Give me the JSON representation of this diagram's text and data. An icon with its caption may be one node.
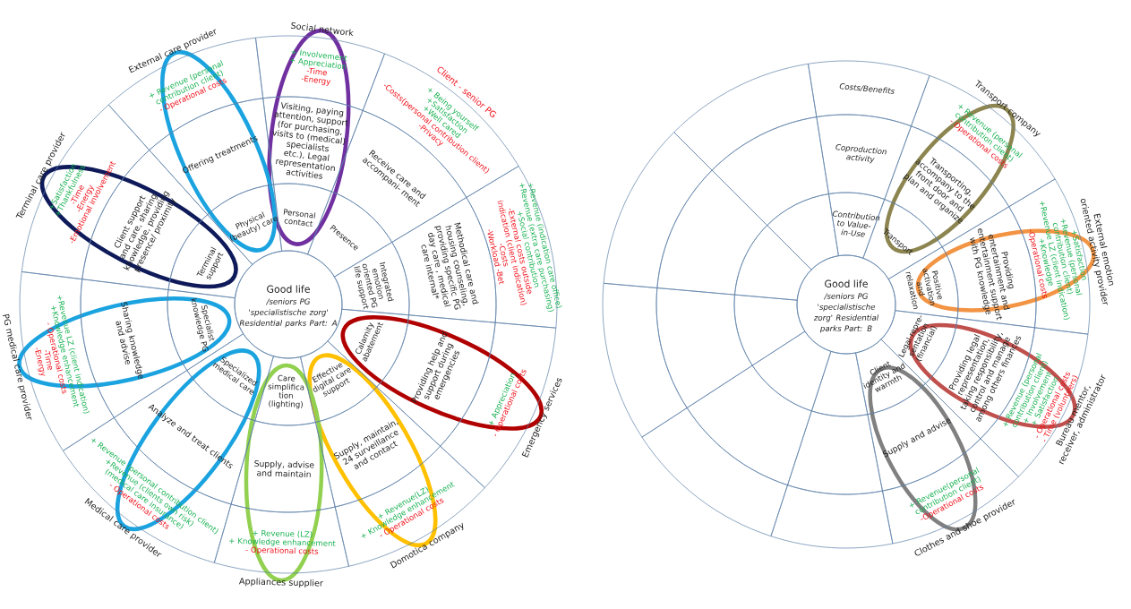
{
  "diagram": {
    "nodes": [
      {
        "text": [
          "Good life",
          "/seniors PG 'specialistische zorg' Residential parks Part: A"
        ]
      },
      {
        "text": [
          "Personal contact"
        ]
      },
      {
        "text": [
          "Visiting, paying attention, support (for purchasing, visits to (medical) specialists etc.), Legal representation activities"
        ]
      },
      {
        "text": [
          "+ Involvement",
          "+ Appreciation",
          "-Time",
          "-Energy"
        ],
        "beside": [
          "Social network"
        ]
      },
      {
        "text": [
          "Presence"
        ]
      },
      {
        "text": [
          "Receive care and accompani- ment"
        ]
      },
      {
        "text": [
          "+ Being yourself",
          "+Satisfaction",
          "+Well cared",
          "-Costs(personal contribution client)",
          "-Privacy"
        ],
        "beside": [
          "Client - senior PG"
        ]
      },
      {
        "text": [
          "Integrated emotion oriented PG life support"
        ]
      },
      {
        "text": [
          "Methodical care and housing counseling, providing specific PG day care , medical care internal*"
        ]
      },
      {
        "text": [
          "+Revenue (indication care office)",
          "+Revenue (extra care purchasing)",
          "+Social contribution",
          "-External costs outside indication (client indication)",
          "-Costs",
          "-Workload -Bet"
        ]
      },
      {
        "text": [
          "Calamity abatement"
        ]
      },
      {
        "text": [
          "Providing help and support during emergencies"
        ]
      },
      {
        "text": [
          "+ Appreciation",
          "- Operational costs"
        ],
        "beside": [
          "Emergency services"
        ]
      },
      {
        "text": [
          "Effective digital care support"
        ]
      },
      {
        "text": [
          "Supply, maintain, 24 surveillance and contact"
        ]
      },
      {
        "text": [
          "+ Revenue(LZ)",
          "+ Knowledge enhancement",
          "- Operational costs"
        ],
        "beside": [
          "Domotica company"
        ]
      },
      {
        "text": [
          "Care simplifica tion (lighting)"
        ]
      },
      {
        "text": [
          "Supply, advise and maintain"
        ]
      },
      {
        "text": [
          "+ Revenue (LZ)",
          "+ Knowledge enhancement",
          "- Operational costs"
        ],
        "beside": [
          "Appliances supplier"
        ]
      },
      {
        "text": [
          "Specialized medical care"
        ]
      },
      {
        "text": [
          "Analyze and treat clients"
        ]
      },
      {
        "text": [
          "+ Revenue (personal contribution client)",
          "+Revenue (clients own risk) (medical care insurance)",
          "- Operational costs"
        ],
        "beside": [
          "Medical care provider"
        ]
      },
      {
        "text": [
          "Specialist knowledge PG"
        ]
      },
      {
        "text": [
          "Sharing knowledge and advise"
        ]
      },
      {
        "text": [
          "+Revenue LZ (client indication)",
          "+Knowledge enhancement",
          "- Operational costs",
          "-Time",
          "-Energy"
        ],
        "beside": [
          "PG medical care provider"
        ]
      },
      {
        "text": [
          "Terminal support"
        ]
      },
      {
        "text": [
          "Client support and care, sharing knowledge, providing presence/ proximity"
        ]
      },
      {
        "text": [
          "+Satisfaction",
          "+Thankfulness",
          "-Time",
          "-Energy",
          "-Emotional involvement"
        ],
        "beside": [
          "Terminal care provider"
        ]
      },
      {
        "text": [
          "Physical (beauty) care"
        ]
      },
      {
        "text": [
          "Offering treatments"
        ]
      },
      {
        "text": [
          "+ Revenue (personal contribution client)",
          "- Operational costs"
        ],
        "beside": [
          "External care provider"
        ]
      },
      {
        "text": [
          "Good life",
          "/seniors PG 'specialistische zorg' Residential parks Part: B"
        ]
      },
      {
        "text": [
          "Contribution to Value-in-Use"
        ]
      },
      {
        "text": [
          "Coproduction activity"
        ]
      },
      {
        "text": [
          "Costs/Benefits"
        ]
      },
      {
        "text": [
          "Transport"
        ]
      },
      {
        "text": [
          "Transporting, accompany to the front door and plan and organize"
        ]
      },
      {
        "text": [
          "+ Revenue (personal contribution client)",
          "- Operational costs"
        ],
        "beside": [
          "Transport company"
        ]
      },
      {
        "text": [
          "Positive activation and relaxation"
        ]
      },
      {
        "text": [
          "Providing entertainment and entertainment support with PG knowledge"
        ]
      },
      {
        "text": [
          "+Satisfaction",
          "+Revenue (personal contribution client)",
          "+Revenue LZ (client indication)",
          "+Knowledge",
          "-Operational costs"
        ],
        "beside": [
          "External emotion oriented activity provider"
        ]
      },
      {
        "text": [
          "Legal repre- sentation (financial)"
        ]
      },
      {
        "text": [
          "Providing legal representation, taking responsibility, control and manage among others finances"
        ]
      },
      {
        "text": [
          "+ Revenue (personal contribution client)",
          "+ Involvement",
          "+ Satisfaction",
          "- Operational costs",
          "- Time (volunteers)"
        ],
        "beside": [
          "Bureau mentor, receiver, administrator"
        ]
      },
      {
        "text": [
          "Client identity and warmth"
        ]
      },
      {
        "text": [
          "Supply and advise"
        ]
      },
      {
        "text": [
          "+ Revenue(personal contribution client)",
          "-Operational costs"
        ],
        "beside": [
          "Clothes and shoe provider"
        ]
      },
      {
        "text": [],
        "shape": "box"
      },
      {
        "text": [],
        "shape": "box"
      },
      {
        "text": [],
        "shape": "box"
      },
      {
        "text": [],
        "shape": "box"
      },
      {
        "text": [],
        "shape": "box"
      },
      {
        "text": [],
        "shape": "box"
      },
      {
        "text": [],
        "shape": "box"
      },
      {
        "text": [],
        "shape": "box"
      },
      {
        "text": [],
        "shape": "box"
      },
      {
        "text": [],
        "shape": "box"
      },
      {
        "text": [],
        "shape": "box"
      },
      {
        "text": [],
        "shape": "box"
      },
      {
        "text": [],
        "shape": "box"
      },
      {
        "text": [],
        "shape": "box"
      },
      {
        "text": [],
        "shape": "box"
      }
    ]
  }
}
